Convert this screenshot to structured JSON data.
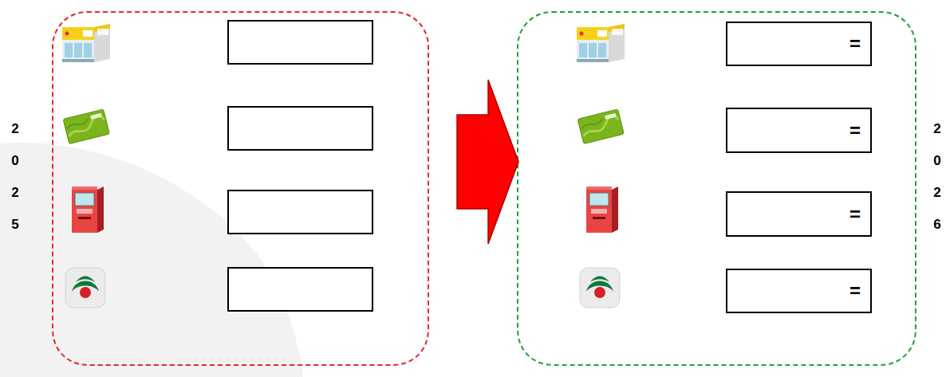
{
  "diagram": {
    "nodes": [
      {
        "text": [
          "2 0 2 5"
        ]
      },
      {
        "text": [
          "2 0 2 6"
        ]
      },
      {
        "text": [
          "="
        ],
        "in": 1
      },
      {
        "text": [
          "="
        ],
        "in": 1
      },
      {
        "text": [
          "="
        ],
        "in": 1
      },
      {
        "text": [
          "="
        ],
        "in": 1
      }
    ],
    "edges": [
      {
        "from": 0,
        "to": 1,
        "arrow": "to"
      }
    ]
  }
}
